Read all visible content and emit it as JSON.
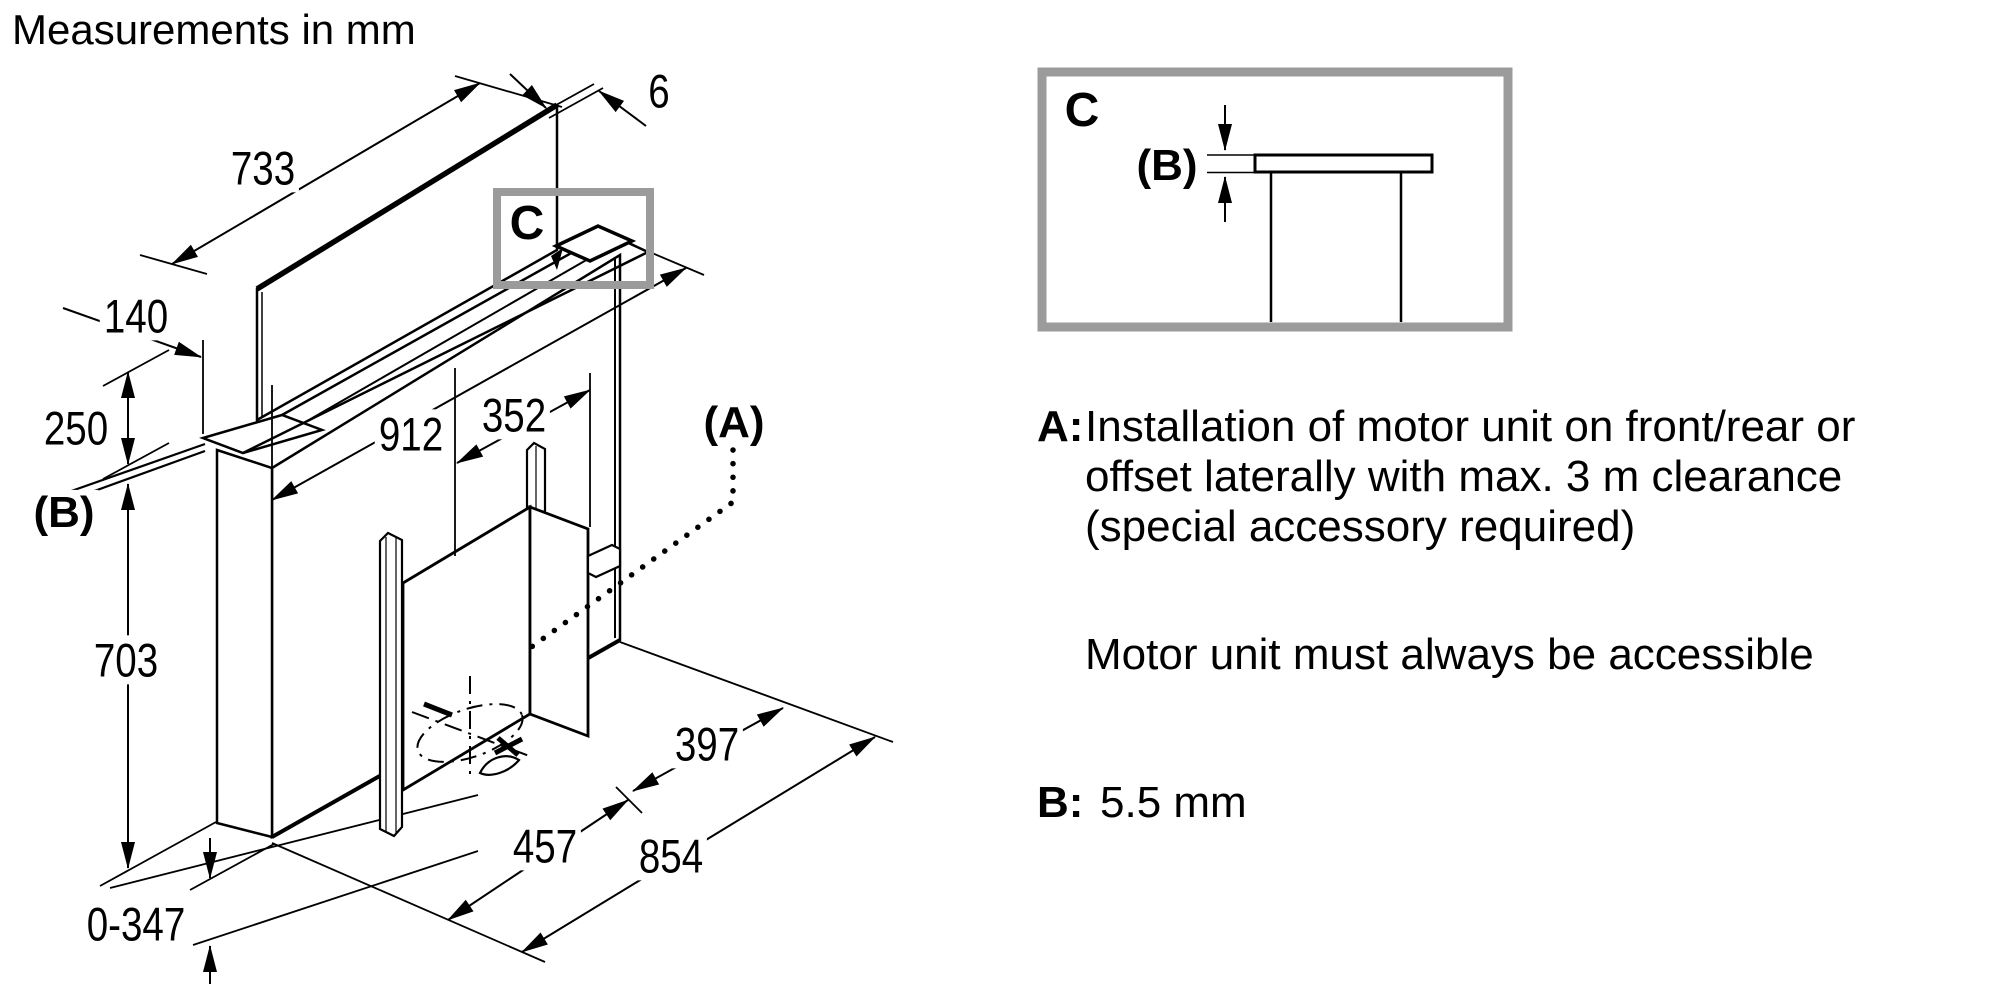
{
  "title": "Measurements in mm",
  "dimensions": {
    "panel_width_mm": "733",
    "panel_thickness_mm": "6",
    "duct_depth_mm": "140",
    "riser_height_mm": "250",
    "gap_ref": "(B)",
    "frame_width_mm": "912",
    "motor_offset_mm": "352",
    "housing_height_mm": "703",
    "plinth_adjust_mm": "0-347",
    "floor_front_mm": "457",
    "floor_total_mm": "854",
    "floor_rear_mm": "397"
  },
  "callouts": {
    "motor_ref": "(A)",
    "detail_ref": "C"
  },
  "detail_view": {
    "label": "C",
    "gap_ref": "(B)"
  },
  "notes": {
    "a_label": "A:",
    "a_lines": [
      "Installation of motor unit on front/rear or",
      "offset laterally with max. 3 m clearance",
      "(special accessory required)"
    ],
    "accessibility": "Motor unit must always be accessible",
    "b_label": "B:",
    "b_value": "5.5 mm"
  },
  "colors": {
    "line": "#000000",
    "highlight": "#9b9b9b",
    "background": "#ffffff"
  }
}
